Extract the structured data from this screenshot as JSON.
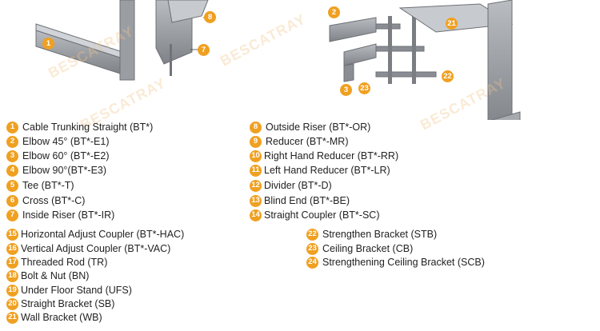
{
  "watermark": "BESCATRAY",
  "colors": {
    "badge": "#f0a020",
    "tray": "#8a8e94",
    "watermark": "#f3c48a"
  },
  "callouts": [
    "1",
    "8",
    "7",
    "2",
    "21",
    "22",
    "23",
    "3"
  ],
  "legend": [
    {
      "num": "1",
      "label": "Cable Trunking Straight (BT*)"
    },
    {
      "num": "2",
      "label": "Elbow 45° (BT*-E1)"
    },
    {
      "num": "3",
      "label": "Elbow 60° (BT*-E2)"
    },
    {
      "num": "4",
      "label": "Elbow 90°(BT*-E3)"
    },
    {
      "num": "5",
      "label": "Tee (BT*-T)"
    },
    {
      "num": "6",
      "label": "Cross (BT*-C)"
    },
    {
      "num": "7",
      "label": "Inside Riser  (BT*-IR)"
    },
    {
      "num": "8",
      "label": "Outside Riser (BT*-OR)"
    },
    {
      "num": "9",
      "label": "Reducer (BT*-MR)"
    },
    {
      "num": "10",
      "label": "Right Hand Reducer (BT*-RR)"
    },
    {
      "num": "11",
      "label": "Left Hand Reducer (BT*-LR)"
    },
    {
      "num": "12",
      "label": "Divider (BT*-D)"
    },
    {
      "num": "13",
      "label": "Blind End (BT*-BE)"
    },
    {
      "num": "14",
      "label": "Straight Coupler (BT*-SC)"
    },
    {
      "num": "15",
      "label": "Horizontal Adjust Coupler (BT*-HAC)"
    },
    {
      "num": "16",
      "label": "Vertical Adjust Coupler (BT*-VAC)"
    },
    {
      "num": "17",
      "label": "Threaded Rod (TR)"
    },
    {
      "num": "18",
      "label": "Bolt & Nut (BN)"
    },
    {
      "num": "19",
      "label": "Under Floor Stand (UFS)"
    },
    {
      "num": "20",
      "label": "Straight Bracket (SB)"
    },
    {
      "num": "21",
      "label": "Wall Bracket (WB)"
    },
    {
      "num": "22",
      "label": "Strengthen Bracket (STB)"
    },
    {
      "num": "23",
      "label": "Ceiling Bracket (CB)"
    },
    {
      "num": "24",
      "label": "Strengthening Ceiling Bracket (SCB)"
    }
  ]
}
